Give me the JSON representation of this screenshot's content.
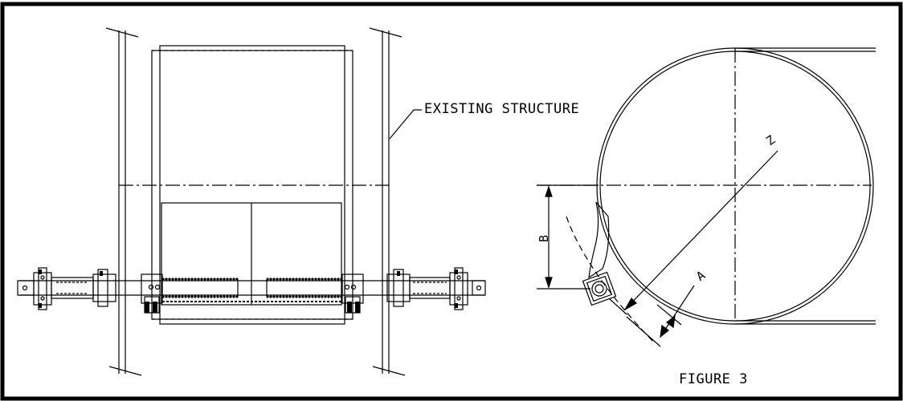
{
  "labels": {
    "existing_structure": "EXISTING STRUCTURE",
    "figure": "FIGURE 3",
    "dim_b": "B",
    "dim_z": "Z",
    "dim_a": "A"
  }
}
